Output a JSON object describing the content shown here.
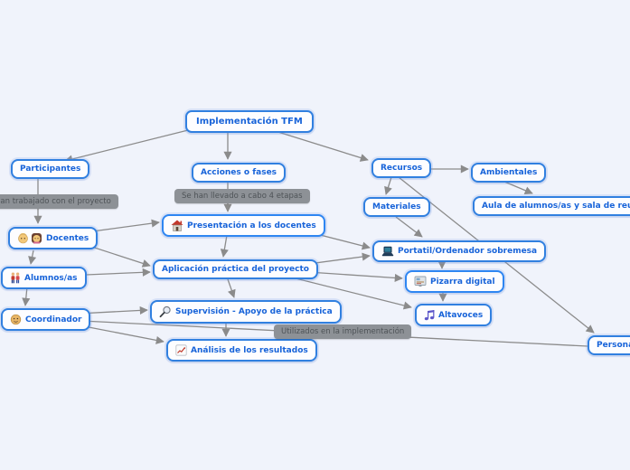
{
  "app": {
    "kind": "mind-map-canvas",
    "background_color": "#f0f3fb",
    "node_border_color": "#3180e0",
    "node_text_color": "#1763d9",
    "connector_color": "#8b8b8b",
    "note_bg_color": "#8d9196",
    "note_text_color": "#4e5357"
  },
  "nodes": {
    "root": {
      "label": "Implementación TFM"
    },
    "participantes": {
      "label": "Participantes"
    },
    "docentes": {
      "label": "Docentes",
      "icons": [
        "teacher-man-icon",
        "teacher-woman-icon"
      ]
    },
    "alumnos": {
      "label": "Alumnos/as",
      "icons": [
        "students-icon"
      ]
    },
    "coordinador": {
      "label": "Coordinador",
      "icons": [
        "coordinator-face-icon"
      ]
    },
    "acciones": {
      "label": "Acciones o fases"
    },
    "presentacion": {
      "label": "Presentación a los docentes",
      "icons": [
        "house-icon"
      ]
    },
    "aplicacion": {
      "label": "Aplicación práctica del proyecto"
    },
    "supervision": {
      "label": "Supervisión - Apoyo de la práctica",
      "icons": [
        "magnifier-icon"
      ]
    },
    "analisis": {
      "label": "Análisis de los resultados",
      "icons": [
        "chart-icon"
      ]
    },
    "recursos": {
      "label": "Recursos"
    },
    "materiales": {
      "label": "Materiales"
    },
    "ambientales": {
      "label": "Ambientales"
    },
    "aula": {
      "label": "Aula de alumnos/as y sala de reuniones"
    },
    "portatil": {
      "label": "Portatil/Ordenador sobremesa",
      "icons": [
        "laptop-icon"
      ]
    },
    "pizarra": {
      "label": "Pizarra digital",
      "icons": [
        "whiteboard-icon"
      ]
    },
    "altavoces": {
      "label": "Altavoces",
      "icons": [
        "music-note-icon"
      ]
    },
    "personales": {
      "label": "Personales"
    }
  },
  "notes": {
    "participantes_note": "Han trabajado con el proyecto",
    "acciones_note": "Se han llevado a cabo 4 etapas",
    "recursos_note": "Utilizados en la implementación"
  }
}
